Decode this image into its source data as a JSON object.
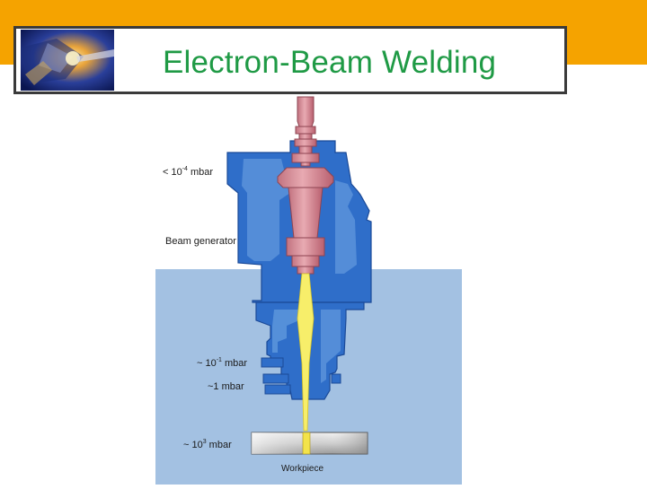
{
  "slide": {
    "title": "Electron-Beam Welding"
  },
  "colors": {
    "orange_band": "#f5a300",
    "title_green": "#1f9a45",
    "chamber_blue": "#2f6ec9",
    "chamber_light": "#5a93da",
    "vacuum_bg": "#a3c1e2",
    "gun_pink": "#d98f9a",
    "beam_yellow": "#f7ee6a",
    "workpiece_gray": "#c8c8c8"
  },
  "diagram": {
    "labels": {
      "pressure_top_prefix": "< 10",
      "pressure_top_exp": "-4",
      "pressure_top_unit": " mbar",
      "beam_generator": "Beam generator",
      "pressure_mid1_prefix": "~ 10",
      "pressure_mid1_exp": "-1",
      "pressure_mid1_unit": " mbar",
      "pressure_mid2": "~1 mbar",
      "pressure_bottom_prefix": "~ 10",
      "pressure_bottom_exp": "3",
      "pressure_bottom_unit": " mbar",
      "workpiece": "Workpiece"
    }
  }
}
